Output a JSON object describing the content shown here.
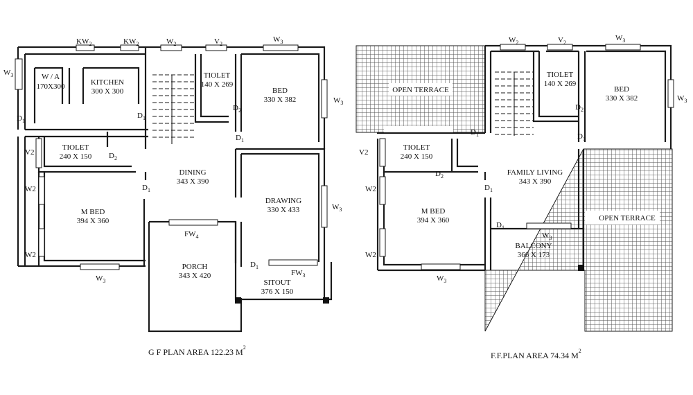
{
  "gf": {
    "rooms": {
      "wa": {
        "name": "W / A",
        "dim": "170X300"
      },
      "kitchen": {
        "name": "KITCHEN",
        "dim": "300 X 300"
      },
      "toilet1": {
        "name": "TIOLET",
        "dim": "140 X 269"
      },
      "bed": {
        "name": "BED",
        "dim": "330 X 382"
      },
      "toilet2": {
        "name": "TIOLET",
        "dim": "240  X 150"
      },
      "dining": {
        "name": "DINING",
        "dim": "343 X 390"
      },
      "drawing": {
        "name": "DRAWING",
        "dim": "330 X 433"
      },
      "mbed": {
        "name": "M BED",
        "dim": "394 X 360"
      },
      "porch": {
        "name": "PORCH",
        "dim": "343 X 420"
      },
      "sitout": {
        "name": "SITOUT",
        "dim": "376 X 150"
      }
    },
    "marks": {
      "w3a": "W",
      "w3a_s": "3",
      "kw2a": "KW",
      "kw2a_s": "2",
      "kw2b": "KW",
      "kw2b_s": "2",
      "w2a": "W",
      "w2a_s": "2",
      "v2a": "V",
      "v2a_s": "2",
      "w3b": "W",
      "w3b_s": "3",
      "w3c": "W",
      "w3c_s": "3",
      "d1a": "D",
      "d1a_s": "1",
      "d1b": "D",
      "d1b_s": "1",
      "d2a": "D",
      "d2a_s": "2",
      "v2b": "V2",
      "d2b": "D",
      "d2b_s": "2",
      "d1c": "D",
      "d1c_s": "1",
      "w2b": "W2",
      "d1d": "D",
      "d1d_s": "1",
      "w3d": "W",
      "w3d_s": "3",
      "fw4": "FW",
      "fw4_s": "4",
      "w2c": "W2",
      "d1e": "D",
      "d1e_s": "1",
      "fw3": "FW",
      "fw3_s": "3",
      "w3e": "W",
      "w3e_s": "3"
    },
    "caption": {
      "text": "G F PLAN    AREA 122.23  M",
      "sup": "2"
    }
  },
  "ff": {
    "rooms": {
      "terrace1": {
        "name": "OPEN TERRACE"
      },
      "toilet1": {
        "name": "TIOLET",
        "dim": "140 X 269"
      },
      "bed": {
        "name": "BED",
        "dim": "330 X 382"
      },
      "toilet2": {
        "name": "TIOLET",
        "dim": "240  X 150"
      },
      "family": {
        "name": "FAMILY LIVING",
        "dim": "343 X 390"
      },
      "mbed": {
        "name": "M BED",
        "dim": "394 X 360"
      },
      "terrace2": {
        "name": "OPEN TERRACE"
      },
      "balcony": {
        "name": "BALCONY",
        "dim": "366 X 173"
      }
    },
    "marks": {
      "w2a": "W",
      "w2a_s": "2",
      "v2a": "V",
      "v2a_s": "2",
      "w3a": "W",
      "w3a_s": "3",
      "w3b": "W",
      "w3b_s": "3",
      "d2a": "D",
      "d2a_s": "2",
      "d1a": "D",
      "d1a_s": "1",
      "d1b": "D",
      "d1b_s": "1",
      "v2b": "V2",
      "d2b": "D",
      "d2b_s": "2",
      "w2b": "W2",
      "d1c": "D",
      "d1c_s": "1",
      "d1d": "D",
      "d1d_s": "1",
      "w3c": "W",
      "w3c_s": "3",
      "w2c": "W2",
      "w3d": "W",
      "w3d_s": "3"
    },
    "caption": {
      "text": "F.F.PLAN    AREA 74.34 M",
      "sup": "2"
    }
  }
}
